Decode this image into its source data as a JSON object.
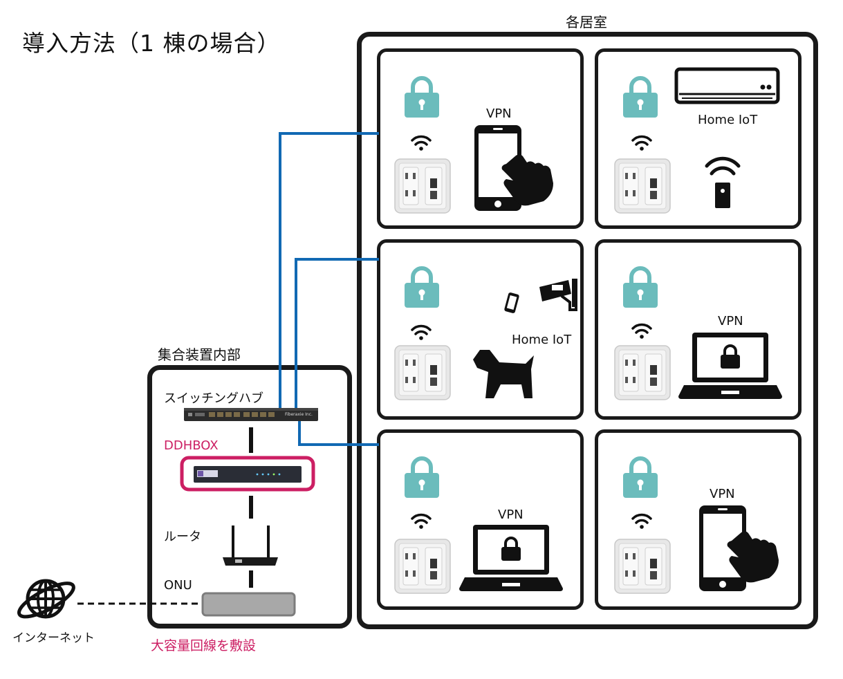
{
  "title": "導入方法（1 棟の場合）",
  "rooms_title": "各居室",
  "building_title": "集合装置内部",
  "building": {
    "switch_label": "スイッチングハブ",
    "switch_brand": "Fiberaxie Inc.",
    "ddhbox_label": "DDHBOX",
    "router_label": "ルータ",
    "onu_label": "ONU"
  },
  "internet_label": "インターネット",
  "cable_label": "大容量回線を敷設",
  "rooms": [
    {
      "text": "VPN",
      "device": "smartphone"
    },
    {
      "text": "Home IoT",
      "device": "air-conditioner + remote"
    },
    {
      "text": "Home IoT",
      "device": "camera + phone + dog"
    },
    {
      "text": "VPN",
      "device": "laptop"
    },
    {
      "text": "VPN",
      "device": "laptop"
    },
    {
      "text": "VPN",
      "device": "smartphone"
    }
  ],
  "colors": {
    "lock": "#6bbcbc",
    "cable": "#1169b3",
    "accent": "#cc1f63",
    "frame": "#1a1a1a"
  }
}
